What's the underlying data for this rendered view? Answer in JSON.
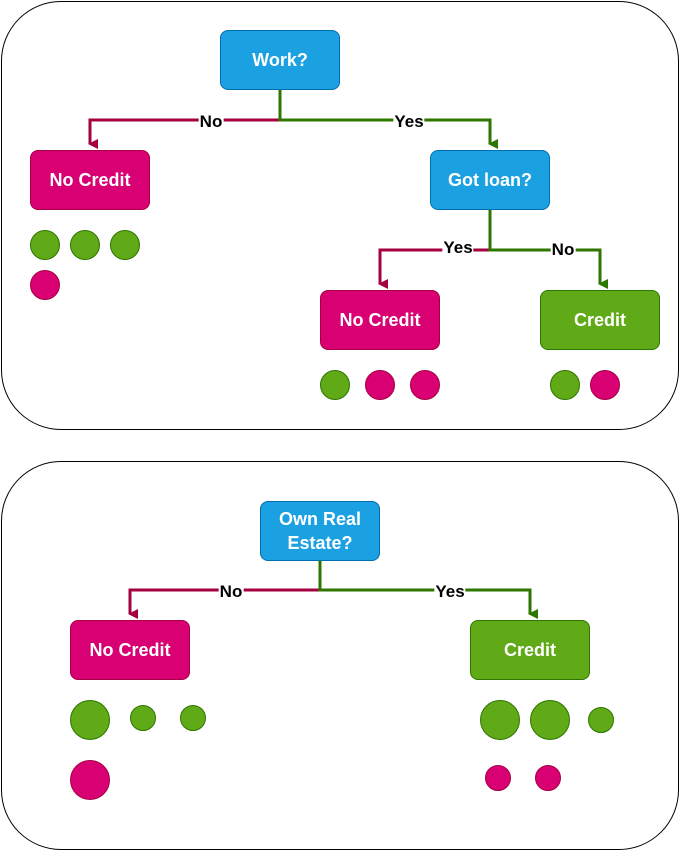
{
  "colors": {
    "decision_fill": "#1ba1e2",
    "no_credit_fill": "#d80073",
    "credit_fill": "#60a917",
    "no_edge": "#a50040",
    "yes_edge": "#2d7600"
  },
  "tree1": {
    "root": "Work?",
    "no_label": "No",
    "yes_label": "Yes",
    "leaf_left": "No Credit",
    "sub_decision": "Got loan?",
    "sub_yes_label": "Yes",
    "sub_no_label": "No",
    "sub_leaf_left": "No Credit",
    "sub_leaf_right": "Credit"
  },
  "tree2": {
    "root_line1": "Own Real",
    "root_line2": "Estate?",
    "no_label": "No",
    "yes_label": "Yes",
    "leaf_left": "No Credit",
    "leaf_right": "Credit"
  }
}
